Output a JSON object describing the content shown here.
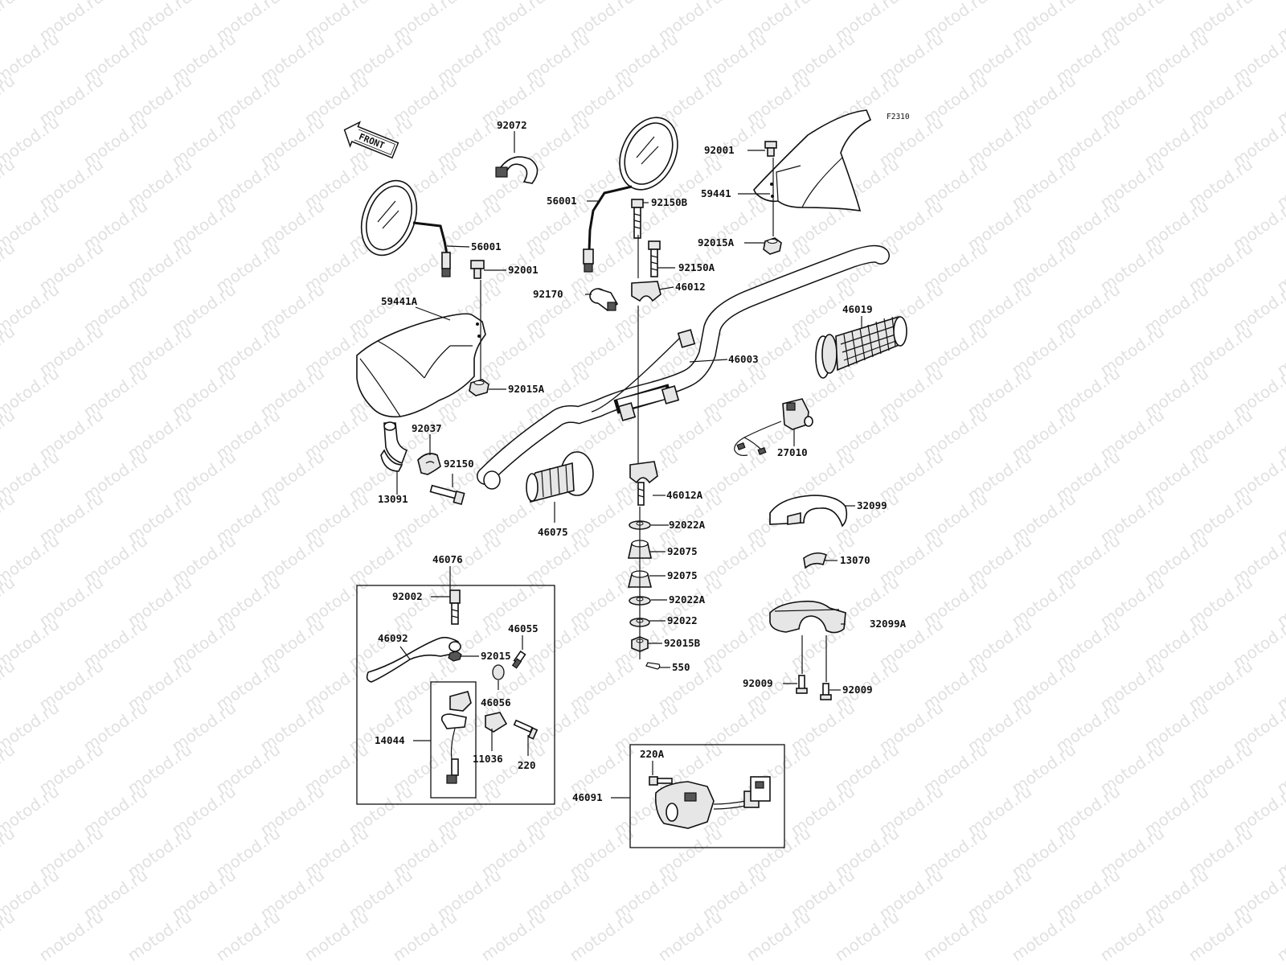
{
  "diagram": {
    "figure_code": "F2310",
    "watermark": "motod.ru",
    "front_label": "FRONT",
    "labels": {
      "p92072": "92072",
      "p56001_left": "56001",
      "p56001_right": "56001",
      "p92001_left": "92001",
      "p92001_right": "92001",
      "p59441": "59441",
      "p59441A": "59441A",
      "p92150B": "92150B",
      "p92150A": "92150A",
      "p92015A_right": "92015A",
      "p92015A_left": "92015A",
      "p92170": "92170",
      "p46012": "46012",
      "p46003": "46003",
      "p46019": "46019",
      "p92037": "92037",
      "p92150": "92150",
      "p13091": "13091",
      "p27010": "27010",
      "p46012A": "46012A",
      "p46075": "46075",
      "p32099": "32099",
      "p92022A_top": "92022A",
      "p92075_top": "92075",
      "p13070": "13070",
      "p46076": "46076",
      "p92075_bottom": "92075",
      "p92002": "92002",
      "p92022A_bottom": "92022A",
      "p32099A": "32099A",
      "p92022": "92022",
      "p46055": "46055",
      "p46092": "46092",
      "p92015": "92015",
      "p92015B": "92015B",
      "p550": "550",
      "p92009_left": "92009",
      "p92009_right": "92009",
      "p46056": "46056",
      "p14044": "14044",
      "p11036": "11036",
      "p220": "220",
      "p220A": "220A",
      "p46091": "46091"
    }
  }
}
